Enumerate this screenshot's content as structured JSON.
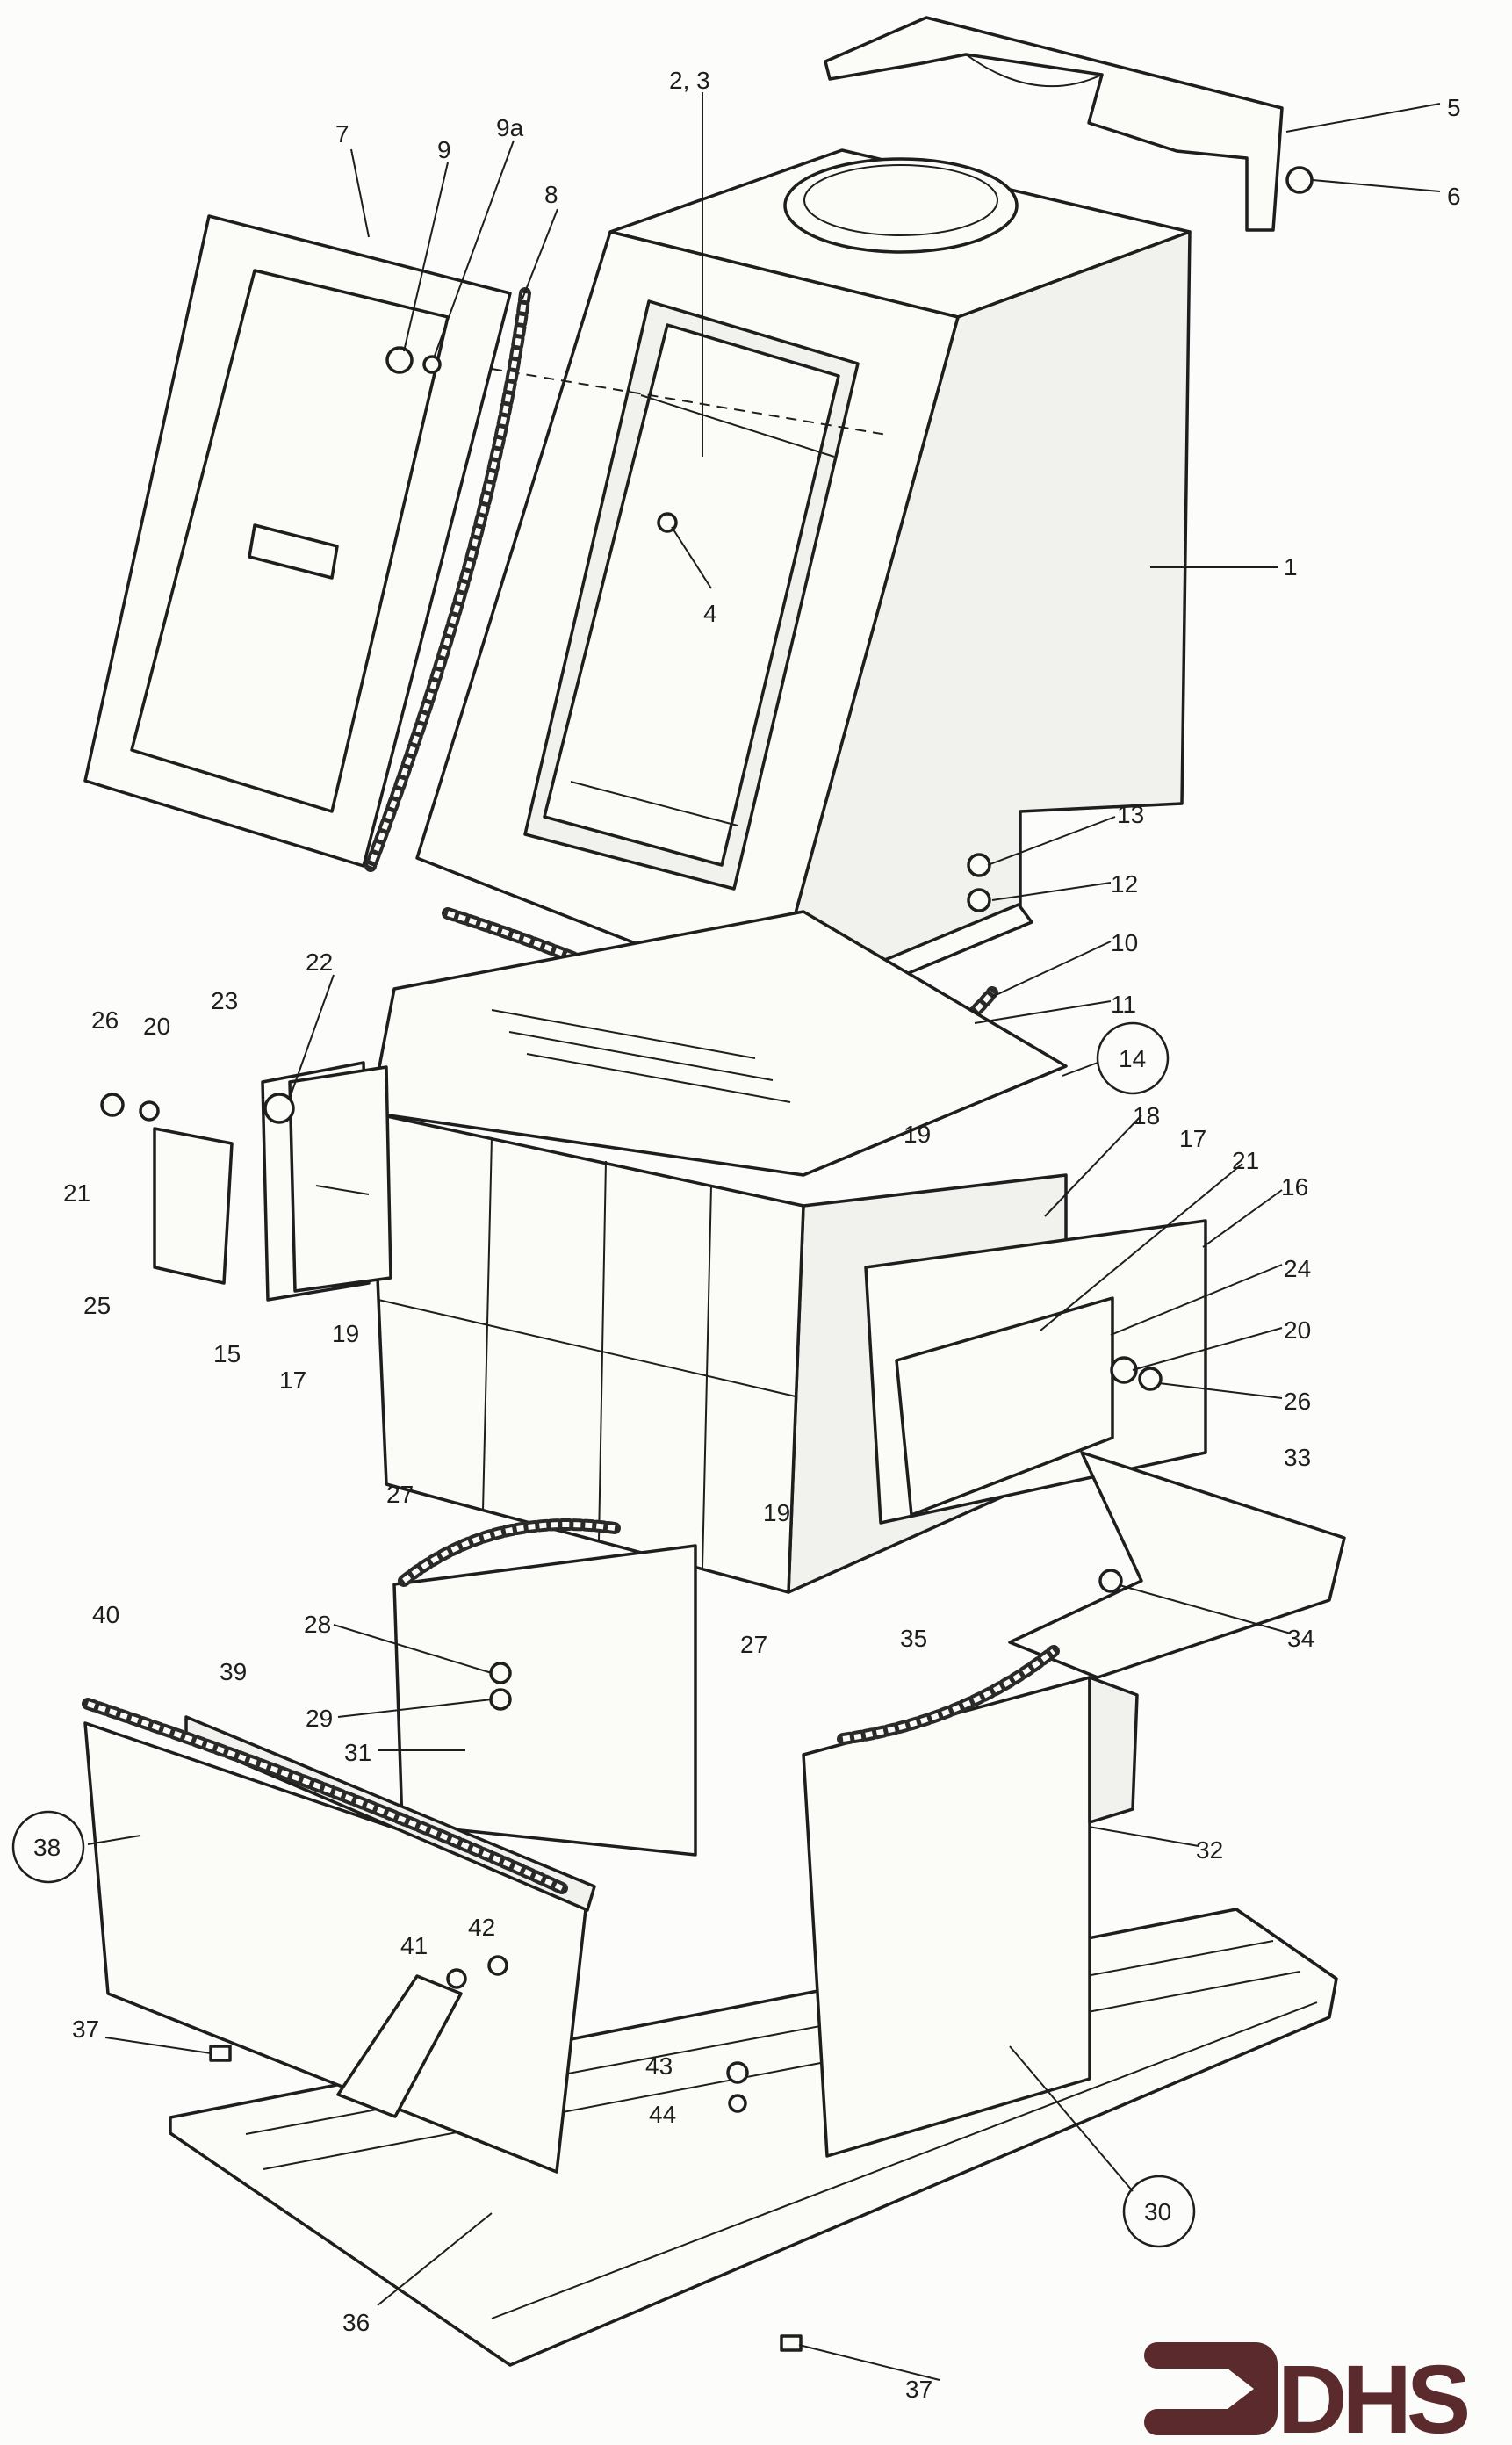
{
  "diagram": {
    "title": "Exploded parts view",
    "labels": [
      "5",
      "6",
      "2, 3",
      "7",
      "9",
      "9a",
      "8",
      "1",
      "4",
      "13",
      "12",
      "10",
      "11",
      "14",
      "22",
      "23",
      "26",
      "20",
      "21",
      "25",
      "15",
      "17",
      "19",
      "18",
      "17",
      "21",
      "16",
      "19",
      "24",
      "20",
      "26",
      "19",
      "33",
      "27",
      "34",
      "28",
      "29",
      "31",
      "40",
      "39",
      "27",
      "35",
      "32",
      "38",
      "41",
      "42",
      "37",
      "43",
      "44",
      "30",
      "36",
      "37"
    ]
  },
  "logo": {
    "text": "DHS",
    "color": "#5a2a2c"
  }
}
